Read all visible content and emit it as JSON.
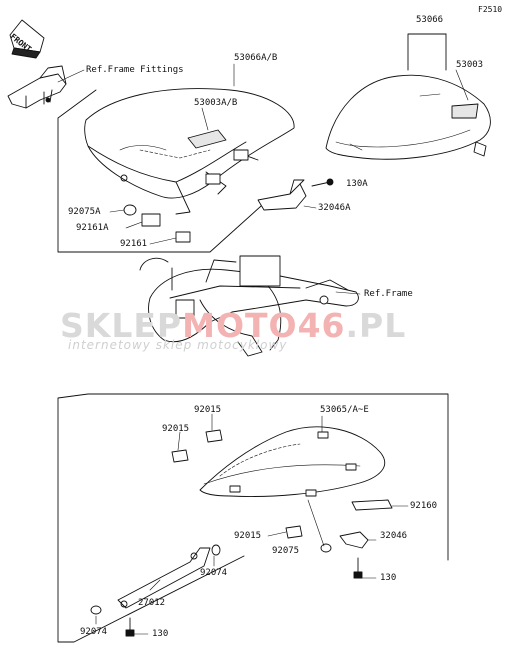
{
  "diagram_code": "F2510",
  "front_label": "FRONT",
  "watermark": {
    "part1": "SKLEP",
    "part2": "MOTO46",
    "part3": ".PL",
    "tagline": "internetowy sklep motocyklowy"
  },
  "callouts": {
    "ref_frame_fittings": "Ref.Frame Fittings",
    "p53066": "53066",
    "p53003": "53003",
    "p53066ab": "53066A/B",
    "p53003ab": "53003A/B",
    "p130a": "130A",
    "p92075a": "92075A",
    "p32046a": "32046A",
    "p92161a": "92161A",
    "p92161": "92161",
    "ref_frame": "Ref.Frame",
    "p92015_top": "92015",
    "p53065": "53065/A~E",
    "p92015_left": "92015",
    "p92160": "92160",
    "p92015_mid": "92015",
    "p32046": "32046",
    "p92075": "92075",
    "p92074_upper": "92074",
    "p130_right": "130",
    "p27012": "27012",
    "p92074_lower": "92074",
    "p130_lower": "130"
  }
}
